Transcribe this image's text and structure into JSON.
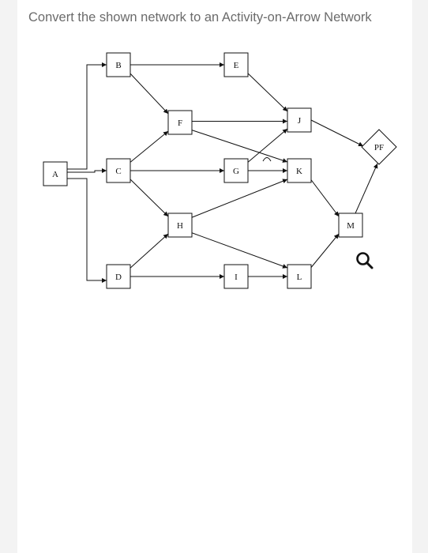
{
  "question": {
    "text": "Convert the shown network to an Activity-on-Arrow Network"
  },
  "network": {
    "nodes": [
      {
        "id": "A",
        "label": "A"
      },
      {
        "id": "B",
        "label": "B"
      },
      {
        "id": "C",
        "label": "C"
      },
      {
        "id": "D",
        "label": "D"
      },
      {
        "id": "E",
        "label": "E"
      },
      {
        "id": "F",
        "label": "F"
      },
      {
        "id": "G",
        "label": "G"
      },
      {
        "id": "H",
        "label": "H"
      },
      {
        "id": "I",
        "label": "I"
      },
      {
        "id": "J",
        "label": "J"
      },
      {
        "id": "K",
        "label": "K"
      },
      {
        "id": "L",
        "label": "L"
      },
      {
        "id": "M",
        "label": "M"
      },
      {
        "id": "PF",
        "label": "PF",
        "shape": "diamond"
      }
    ],
    "edges": [
      [
        "A",
        "B"
      ],
      [
        "A",
        "C"
      ],
      [
        "A",
        "D"
      ],
      [
        "B",
        "E"
      ],
      [
        "B",
        "F"
      ],
      [
        "C",
        "F"
      ],
      [
        "C",
        "G"
      ],
      [
        "C",
        "H"
      ],
      [
        "D",
        "H"
      ],
      [
        "D",
        "I"
      ],
      [
        "E",
        "J"
      ],
      [
        "F",
        "J"
      ],
      [
        "F",
        "K"
      ],
      [
        "G",
        "J"
      ],
      [
        "G",
        "K"
      ],
      [
        "H",
        "K"
      ],
      [
        "H",
        "L"
      ],
      [
        "I",
        "L"
      ],
      [
        "J",
        "PF"
      ],
      [
        "K",
        "M"
      ],
      [
        "L",
        "M"
      ],
      [
        "M",
        "PF"
      ]
    ]
  },
  "icons": {
    "zoom": "search-icon"
  }
}
